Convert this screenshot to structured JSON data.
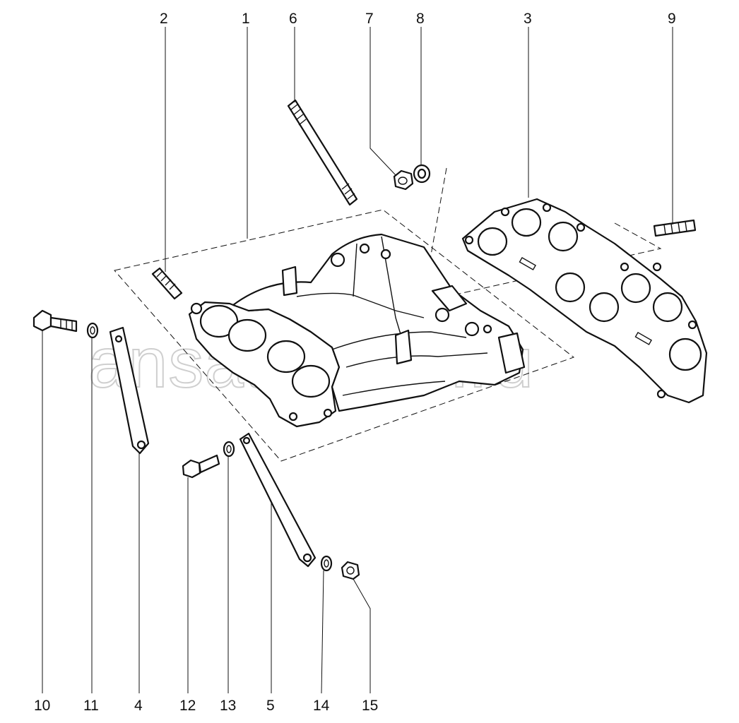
{
  "watermark": "ansat-parts.ru",
  "callouts": [
    {
      "id": "c2",
      "label": "2"
    },
    {
      "id": "c1",
      "label": "1"
    },
    {
      "id": "c6",
      "label": "6"
    },
    {
      "id": "c7",
      "label": "7"
    },
    {
      "id": "c8",
      "label": "8"
    },
    {
      "id": "c3",
      "label": "3"
    },
    {
      "id": "c9",
      "label": "9"
    },
    {
      "id": "c10",
      "label": "10"
    },
    {
      "id": "c11",
      "label": "11"
    },
    {
      "id": "c4",
      "label": "4"
    },
    {
      "id": "c12",
      "label": "12"
    },
    {
      "id": "c13",
      "label": "13"
    },
    {
      "id": "c5",
      "label": "5"
    },
    {
      "id": "c14",
      "label": "14"
    },
    {
      "id": "c15",
      "label": "15"
    }
  ]
}
